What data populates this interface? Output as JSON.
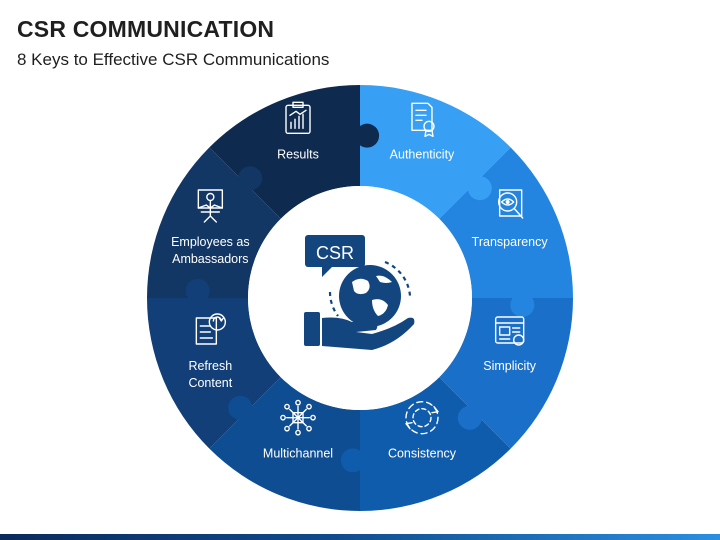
{
  "header": {
    "title": "CSR COMMUNICATION",
    "subtitle": "8 Keys to Effective CSR Communications"
  },
  "center": {
    "badge_text": "CSR",
    "icon": "hand-holding-globe-icon"
  },
  "segments": [
    {
      "label_lines": [
        "Authenticity"
      ],
      "icon": "certificate-icon",
      "color": "#37a0f4"
    },
    {
      "label_lines": [
        "Transparency"
      ],
      "icon": "magnifier-eye-icon",
      "color": "#2385e0"
    },
    {
      "label_lines": [
        "Simplicity"
      ],
      "icon": "browser-window-icon",
      "color": "#1a6fc9"
    },
    {
      "label_lines": [
        "Consistency"
      ],
      "icon": "cycle-icon",
      "color": "#105cac"
    },
    {
      "label_lines": [
        "Multichannel"
      ],
      "icon": "network-hub-icon",
      "color": "#0e4d92"
    },
    {
      "label_lines": [
        "Refresh",
        "Content"
      ],
      "icon": "refresh-document-icon",
      "color": "#123f78"
    },
    {
      "label_lines": [
        "Employees as",
        "Ambassadors"
      ],
      "icon": "employee-presenter-icon",
      "color": "#133765"
    },
    {
      "label_lines": [
        "Results"
      ],
      "icon": "report-chart-icon",
      "color": "#0f2a4f"
    }
  ]
}
